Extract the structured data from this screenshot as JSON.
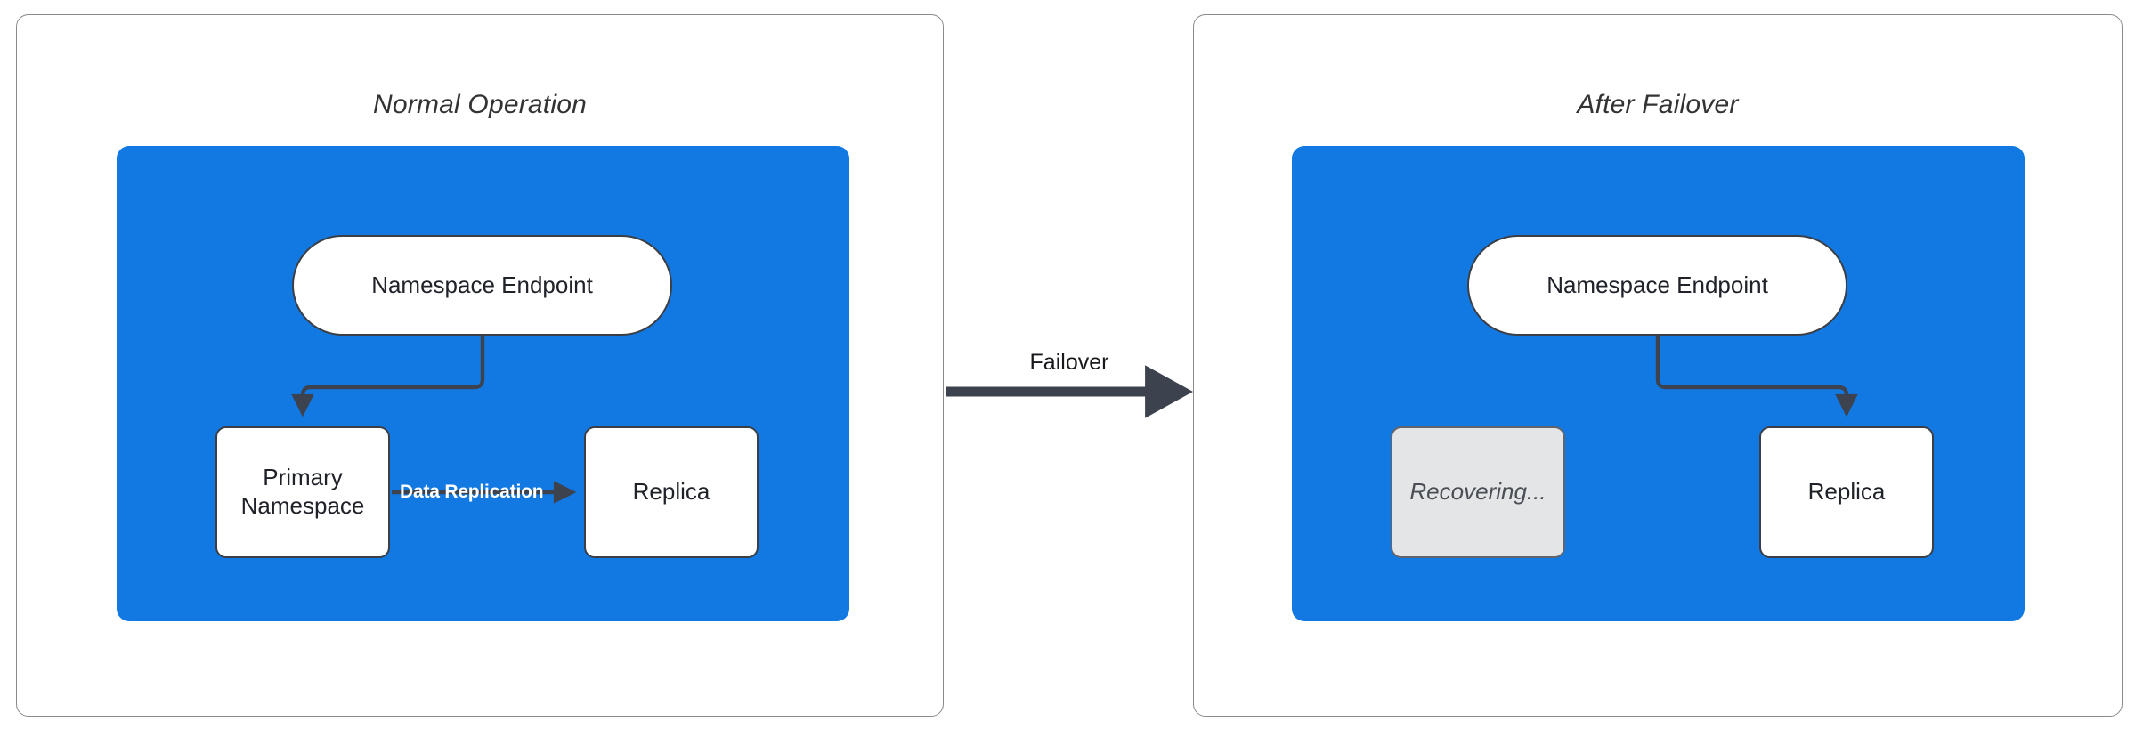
{
  "diagram": {
    "title_left": "Normal Operation",
    "title_right": "After Failover",
    "transition_label": "Failover",
    "colors": {
      "cluster_blue": "#1279E3",
      "node_border": "#3b3f45",
      "node_fill": "#ffffff",
      "recovering_fill": "#e3e5e7",
      "recovering_text": "#4a4e55",
      "arrow": "#3d434e",
      "panel_border": "#8a8a8a",
      "replication_label": "#ffffff"
    }
  },
  "panels": [
    {
      "id": "normal-operation",
      "title": "Normal Operation",
      "nodes": [
        {
          "id": "endpoint",
          "label": "Namespace Endpoint",
          "shape": "pill",
          "state": "active"
        },
        {
          "id": "primary",
          "label": "Primary\nNamespace",
          "shape": "box",
          "state": "active"
        },
        {
          "id": "replica",
          "label": "Replica",
          "shape": "box",
          "state": "active"
        }
      ],
      "edges": [
        {
          "from": "endpoint",
          "to": "primary",
          "label": "",
          "style": "elbow-arrow"
        },
        {
          "from": "primary",
          "to": "replica",
          "label": "Data Replication",
          "style": "straight-arrow"
        }
      ]
    },
    {
      "id": "after-failover",
      "title": "After Failover",
      "nodes": [
        {
          "id": "endpoint",
          "label": "Namespace Endpoint",
          "shape": "pill",
          "state": "active"
        },
        {
          "id": "recovering",
          "label": "Recovering...",
          "shape": "box",
          "state": "recovering"
        },
        {
          "id": "replica",
          "label": "Replica",
          "shape": "box",
          "state": "active"
        }
      ],
      "edges": [
        {
          "from": "endpoint",
          "to": "replica",
          "label": "",
          "style": "elbow-arrow"
        }
      ]
    }
  ],
  "left": {
    "title": "Normal Operation",
    "endpoint": "Namespace Endpoint",
    "primary_line1": "Primary",
    "primary_line2": "Namespace",
    "replica": "Replica",
    "replication": "Data Replication"
  },
  "right": {
    "title": "After Failover",
    "endpoint": "Namespace Endpoint",
    "recovering": "Recovering...",
    "replica": "Replica"
  },
  "center": {
    "failover": "Failover"
  }
}
